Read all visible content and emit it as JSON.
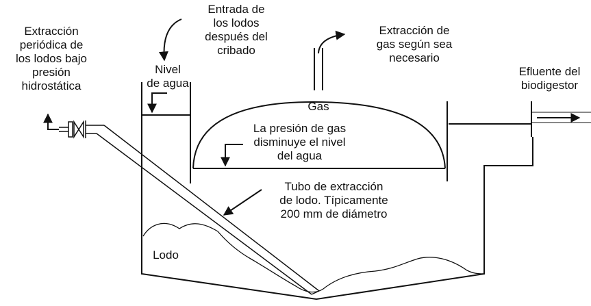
{
  "labels": {
    "sludge_extraction": "Extracción\nperiódica de\nlos lodos bajo\npresión\nhidrostática",
    "sludge_inlet": "Entrada de\nlos lodos\ndespués del\ncribado",
    "gas_extraction": "Extracción de\ngas según sea\nnecesario",
    "water_level": "Nivel\nde agua",
    "gas": "Gas",
    "effluent": "Efluente del\nbiodigestor",
    "gas_pressure": "La presión de gas\ndisminuye el nivel\ndel agua",
    "pipe": "Tubo de extracción\nde lodo. Típicamente\n200 mm de diámetro",
    "sludge": "Lodo"
  }
}
